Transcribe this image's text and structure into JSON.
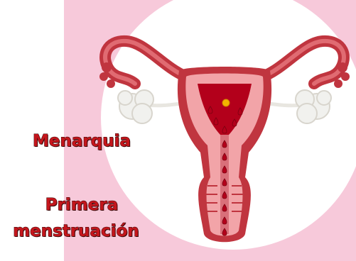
{
  "labels": {
    "title": "Menarquia",
    "subtitle_line1": "Primera",
    "subtitle_line2": "menstruación"
  },
  "colors": {
    "background_panel": "#f7c9da",
    "circle": "#ffffff",
    "uterus_outer": "#c0353f",
    "uterus_inner": "#f2a4a8",
    "blood_drop": "#b3001b",
    "ovary": "#f1f1ee",
    "egg": "#f4b400",
    "label_text": "#c4161c"
  },
  "icons": [
    "uterus-illustration",
    "ovary-icon",
    "fallopian-tube-icon",
    "blood-drop-icon",
    "egg-cell-icon"
  ]
}
